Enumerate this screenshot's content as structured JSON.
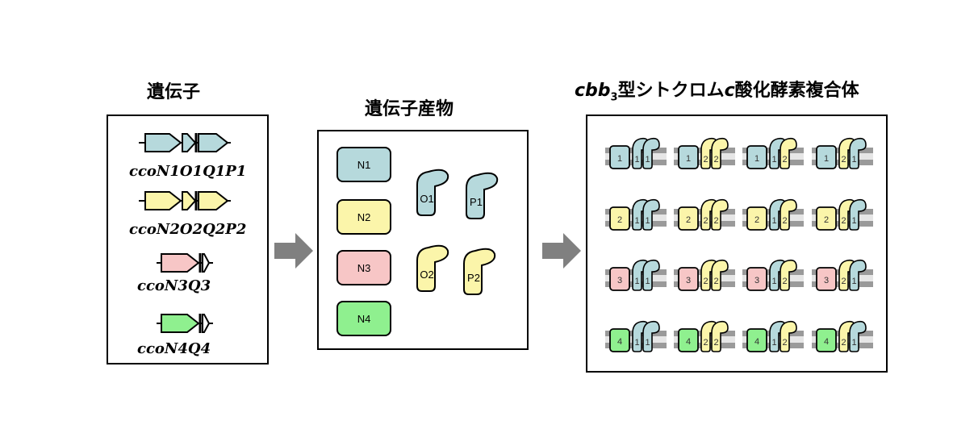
{
  "titles": {
    "genes": "遺伝子",
    "products": "遺伝子産物",
    "complex_prefix": "cbb",
    "complex_sub": "3",
    "complex_mid": "型シトクロム",
    "complex_c": "c",
    "complex_suffix": "酸化酵素複合体"
  },
  "genes": [
    {
      "label": "ccoN1O1Q1P1",
      "color": "#b6d9dc"
    },
    {
      "label": "ccoN2O2Q2P2",
      "color": "#fbf5aa"
    },
    {
      "label": "ccoN3Q3",
      "color": "#f7c6c6"
    },
    {
      "label": "ccoN4Q4",
      "color": "#8ff08f"
    }
  ],
  "products": {
    "N": [
      {
        "label": "N1",
        "color": "#b6d9dc"
      },
      {
        "label": "N2",
        "color": "#fbf5aa"
      },
      {
        "label": "N3",
        "color": "#f7c6c6"
      },
      {
        "label": "N4",
        "color": "#8ff08f"
      }
    ],
    "subunits": [
      {
        "label": "O1",
        "color": "#b6d9dc"
      },
      {
        "label": "P1",
        "color": "#b6d9dc"
      },
      {
        "label": "O2",
        "color": "#fbf5aa"
      },
      {
        "label": "P2",
        "color": "#fbf5aa"
      }
    ]
  },
  "complex": {
    "rows": [
      "1",
      "2",
      "3",
      "4"
    ],
    "columns": [
      {
        "o": "1",
        "p": "1"
      },
      {
        "o": "2",
        "p": "2"
      },
      {
        "o": "1",
        "p": "2"
      },
      {
        "o": "2",
        "p": "1"
      }
    ]
  },
  "colors": {
    "1": "#b6d9dc",
    "2": "#fbf5aa",
    "3": "#f7c6c6",
    "4": "#8ff08f",
    "arrow": "#808080",
    "membrane": "#9a9a9a"
  }
}
